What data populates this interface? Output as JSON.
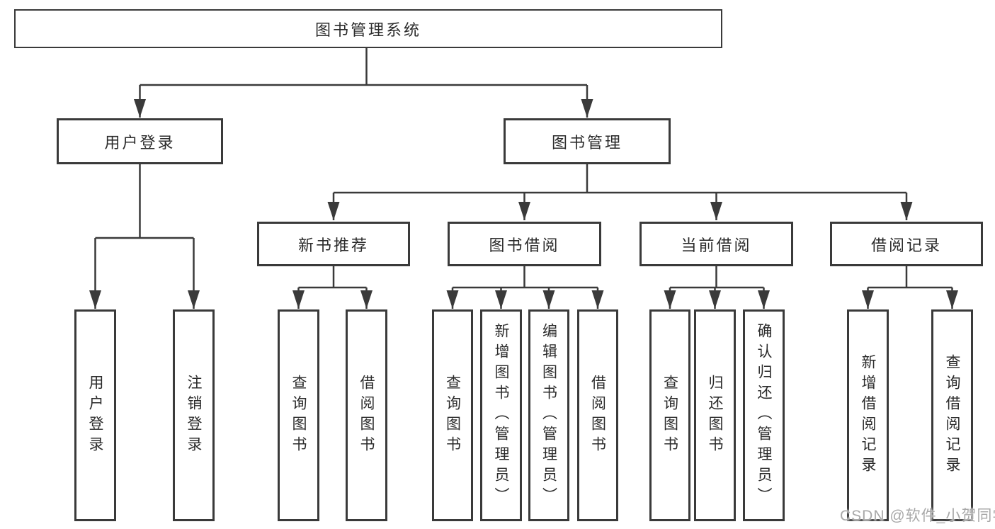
{
  "colors": {
    "line": "#3a3a3a",
    "text": "#2b2b2b",
    "background": "#ffffff",
    "watermark": "#a8a8a8"
  },
  "diagram": {
    "root": "图书管理系统",
    "level2": {
      "user_login": "用户登录",
      "book_management": "图书管理"
    },
    "level3": {
      "new_book_recommend": "新书推荐",
      "book_borrow": "图书借阅",
      "current_borrow": "当前借阅",
      "borrow_records": "借阅记录"
    },
    "leaves": {
      "user_login": "用户登录",
      "logout": "注销登录",
      "nb_query_books": "查询图书",
      "nb_borrow_books": "借阅图书",
      "bb_query_books": "查询图书",
      "bb_add_books_admin": "新增图书（管理员）",
      "bb_edit_books_admin": "编辑图书（管理员）",
      "bb_borrow_books": "借阅图书",
      "cb_query_books": "查询图书",
      "cb_return_books": "归还图书",
      "cb_confirm_return_admin": "确认归还（管理员）",
      "br_add_record": "新增借阅记录",
      "br_query_record": "查询借阅记录"
    }
  },
  "watermark": "CSDN @软件_小贺同学"
}
